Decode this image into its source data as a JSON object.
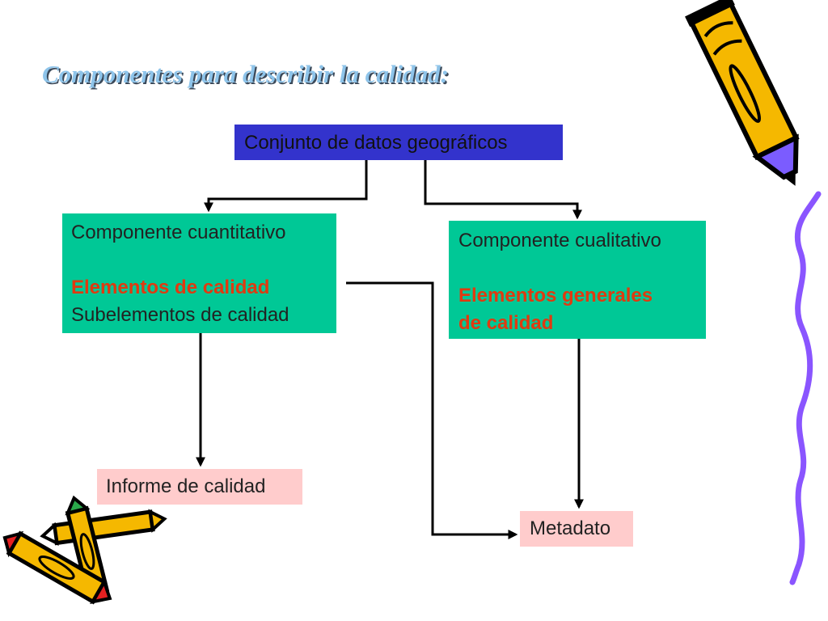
{
  "title": "Componentes para describir la calidad:",
  "nodes": {
    "dataset": "Conjunto de datos geográficos",
    "quantitative": {
      "heading": "Componente cuantitativo",
      "elements": "Elementos de calidad",
      "subelements": "Subelementos de calidad"
    },
    "qualitative": {
      "heading": "Componente cualitativo",
      "elements_line1": "Elementos generales",
      "elements_line2": "de calidad"
    },
    "report": "Informe de calidad",
    "metadata": "Metadato"
  },
  "colors": {
    "title": "#8ec4ea",
    "dataset_box": "#3333cc",
    "component_box": "#00c896",
    "output_box": "#ffcccc",
    "highlight_text": "#e03a10",
    "connector": "#000000"
  },
  "icons": [
    "pencil-icon",
    "squiggle-line-icon",
    "crayons-icon"
  ]
}
